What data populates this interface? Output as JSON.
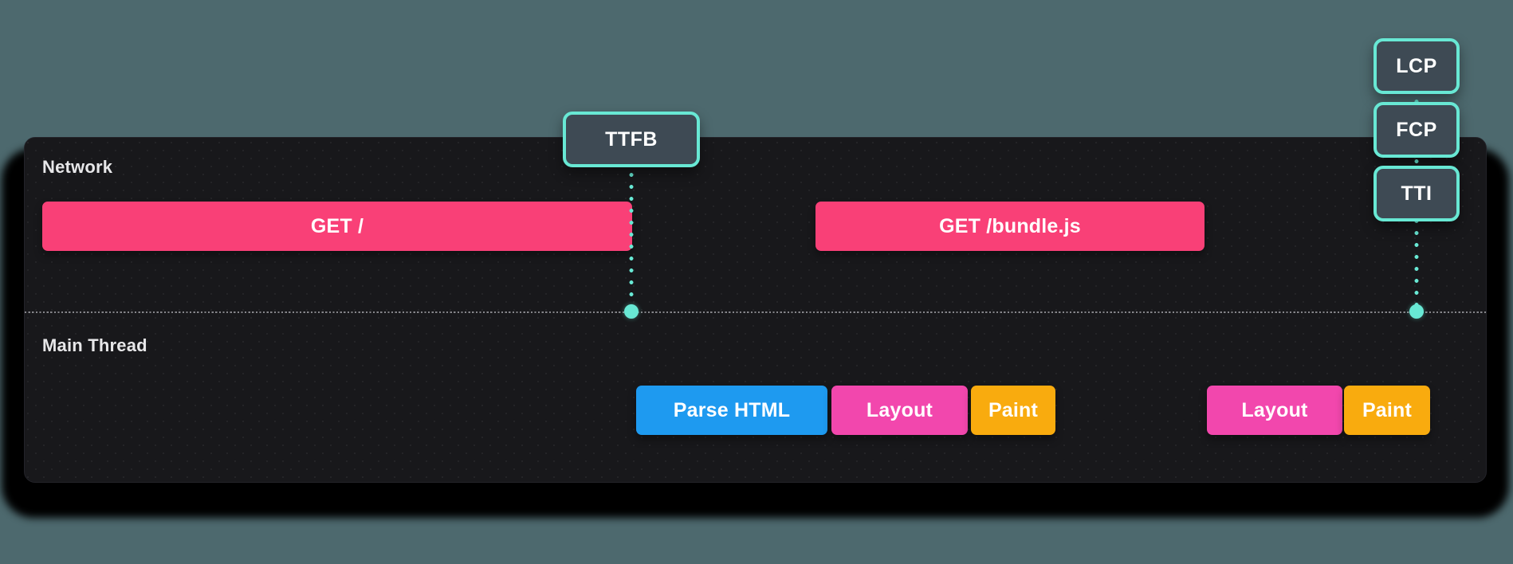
{
  "timeline": {
    "lanes": [
      {
        "label": "Network",
        "bars": [
          {
            "label": "GET /",
            "color": "#f94077"
          },
          {
            "label": "GET /bundle.js",
            "color": "#f94077"
          }
        ]
      },
      {
        "label": "Main Thread",
        "bars": [
          {
            "label": "Parse HTML",
            "color": "#1e9af0"
          },
          {
            "label": "Layout",
            "color": "#f247ad"
          },
          {
            "label": "Paint",
            "color": "#f9ab0e"
          },
          {
            "label": "Layout",
            "color": "#f247ad"
          },
          {
            "label": "Paint",
            "color": "#f9ab0e"
          }
        ]
      }
    ],
    "markers": [
      {
        "label": "TTFB"
      },
      {
        "label": "LCP"
      },
      {
        "label": "FCP"
      },
      {
        "label": "TTI"
      }
    ]
  },
  "colors": {
    "background": "#4d696e",
    "panel": "#18181b",
    "accent": "#68e8d4",
    "marker_fill": "#3e4a54",
    "request_bar": "#f94077",
    "parse_bar": "#1e9af0",
    "layout_bar": "#f247ad",
    "paint_bar": "#f9ab0e",
    "lane_label": "#e7e7e9",
    "divider_dots": "#98989d"
  }
}
